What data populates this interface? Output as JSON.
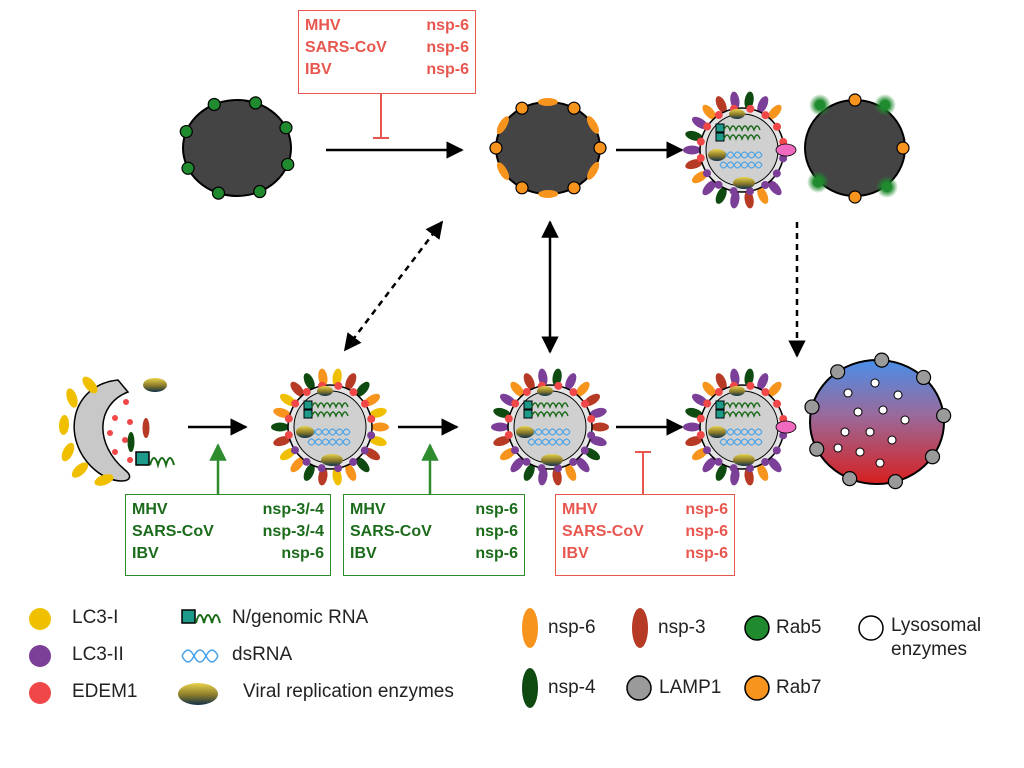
{
  "boxes": {
    "top": {
      "rows": [
        {
          "virus": "MHV",
          "protein": "nsp-6"
        },
        {
          "virus": "SARS-CoV",
          "protein": "nsp-6"
        },
        {
          "virus": "IBV",
          "protein": "nsp-6"
        }
      ]
    },
    "left": {
      "rows": [
        {
          "virus": "MHV",
          "protein": "nsp-3/-4"
        },
        {
          "virus": "SARS-CoV",
          "protein": "nsp-3/-4"
        },
        {
          "virus": "IBV",
          "protein": "nsp-6"
        }
      ]
    },
    "middle": {
      "rows": [
        {
          "virus": "MHV",
          "protein": "nsp-6"
        },
        {
          "virus": "SARS-CoV",
          "protein": "nsp-6"
        },
        {
          "virus": "IBV",
          "protein": "nsp-6"
        }
      ]
    },
    "right": {
      "rows": [
        {
          "virus": "MHV",
          "protein": "nsp-6"
        },
        {
          "virus": "SARS-CoV",
          "protein": "nsp-6"
        },
        {
          "virus": "IBV",
          "protein": "nsp-6"
        }
      ]
    }
  },
  "legend": {
    "lc3_1": "LC3-I",
    "lc3_2": "LC3-II",
    "edem1": "EDEM1",
    "n_rna": "N/genomic RNA",
    "dsrna": "dsRNA",
    "viral_enzymes": "Viral replication enzymes",
    "nsp6": "nsp-6",
    "nsp4": "nsp-4",
    "nsp3": "nsp-3",
    "lamp1": "LAMP1",
    "rab5": "Rab5",
    "rab7": "Rab7",
    "lysosomal": "Lysosomal enzymes"
  },
  "colors": {
    "inhibit": "#e8574f",
    "promote": "#2e8b2e",
    "lc3_1": "#f0c000",
    "lc3_2": "#7b3f98",
    "edem1": "#f04848",
    "nsp6": "#f7941d",
    "nsp4": "#0f4a10",
    "nsp3": "#b63a24",
    "rab5": "#1f8a2e",
    "rab7": "#f7941d",
    "lamp1": "#9a9a9a",
    "dsrna": "#4aa3e8",
    "vesicle_dark": "#444444",
    "vesicle_light": "#d6d6d6"
  }
}
